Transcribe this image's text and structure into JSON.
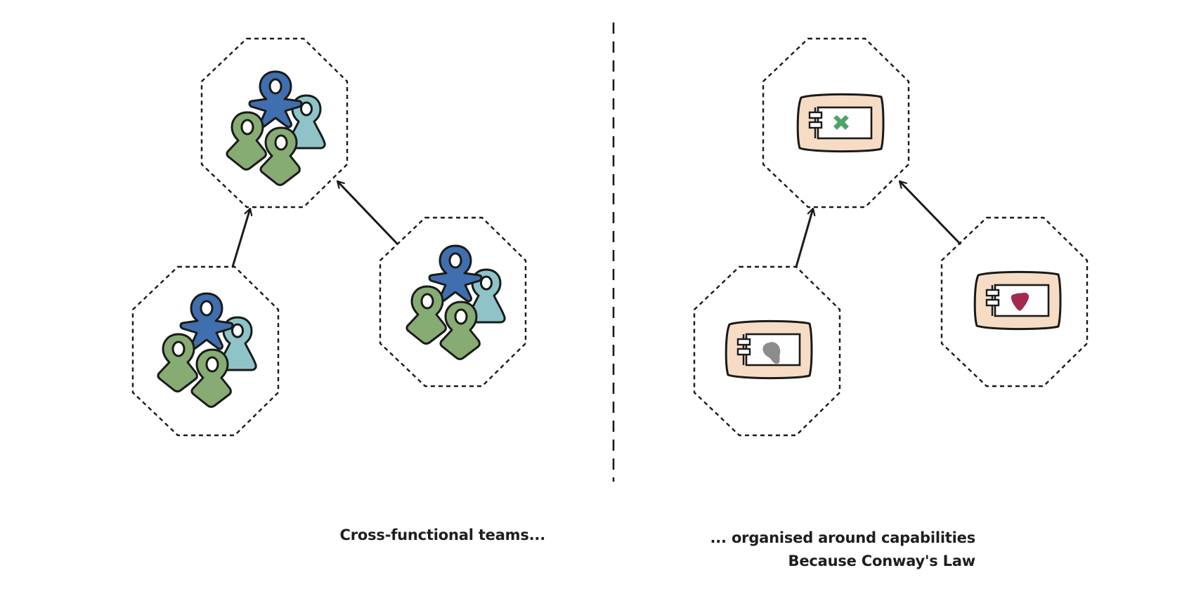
{
  "captions": {
    "left": "Cross-functional teams...",
    "right_line1": "... organised around capabilities",
    "right_line2": "Because Conway's Law"
  },
  "colors": {
    "boundary": "#1a1a1a",
    "person_blue": "#3f6fae",
    "person_green": "#86ac74",
    "person_teal": "#8ec4c8",
    "component_fill": "#f6dcc4",
    "capability_green": "#4fa36a",
    "capability_gray": "#8c8c8c",
    "capability_red": "#a32a4e"
  },
  "left_panel": {
    "teams": [
      {
        "role": "top",
        "members": [
          "blue",
          "green",
          "green",
          "teal"
        ]
      },
      {
        "role": "bottom-left",
        "members": [
          "blue",
          "green",
          "green",
          "teal"
        ]
      },
      {
        "role": "bottom-right",
        "members": [
          "blue",
          "green",
          "green",
          "teal"
        ]
      }
    ]
  },
  "right_panel": {
    "services": [
      {
        "role": "top",
        "capability_icon": "cross-shape-icon"
      },
      {
        "role": "bottom-left",
        "capability_icon": "blob-shape-icon"
      },
      {
        "role": "bottom-right",
        "capability_icon": "heart-shape-icon"
      }
    ]
  }
}
